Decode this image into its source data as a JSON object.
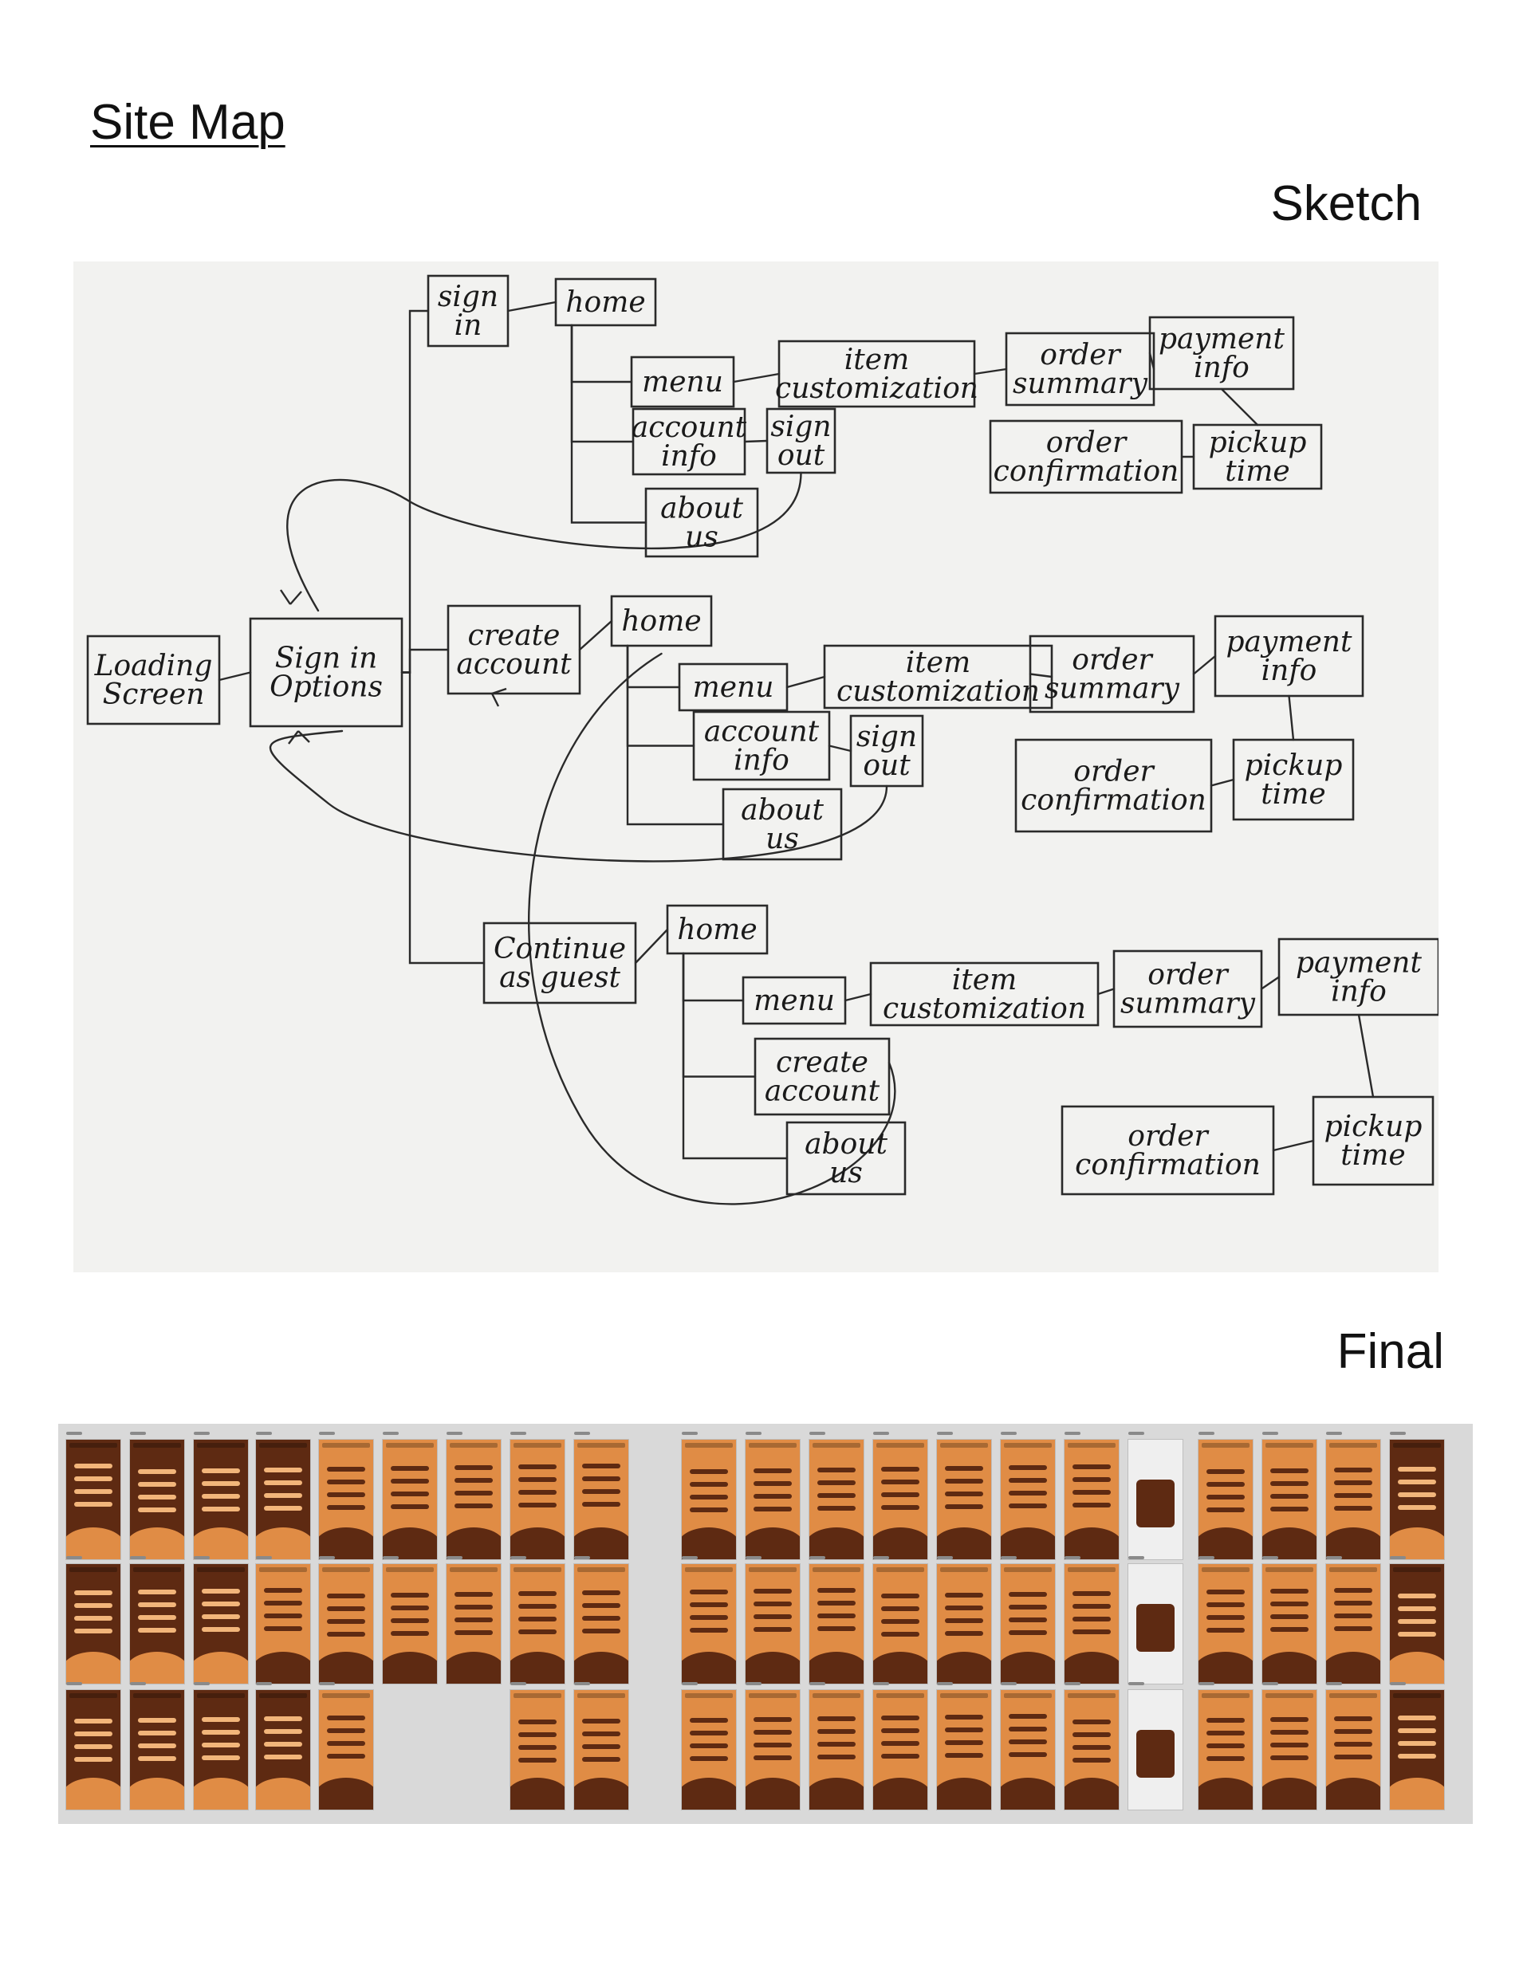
{
  "page": {
    "title": "Site Map",
    "sketch_label": "Sketch",
    "final_label": "Final"
  },
  "sitemap": {
    "nodes": [
      {
        "id": "loading",
        "label": [
          "Loading",
          "Screen"
        ]
      },
      {
        "id": "signin_options",
        "label": [
          "Sign in",
          "Options"
        ]
      },
      {
        "id": "sign_in",
        "label": [
          "sign",
          "in"
        ]
      },
      {
        "id": "home1",
        "label": [
          "home"
        ]
      },
      {
        "id": "menu1",
        "label": [
          "menu"
        ]
      },
      {
        "id": "custom1",
        "label": [
          "item",
          "customization"
        ]
      },
      {
        "id": "summary1",
        "label": [
          "order",
          "summary"
        ]
      },
      {
        "id": "payment1",
        "label": [
          "payment",
          "info"
        ]
      },
      {
        "id": "account1",
        "label": [
          "account",
          "info"
        ]
      },
      {
        "id": "signout1",
        "label": [
          "sign",
          "out"
        ]
      },
      {
        "id": "about1",
        "label": [
          "about",
          "us"
        ]
      },
      {
        "id": "confirm1",
        "label": [
          "order",
          "confirmation"
        ]
      },
      {
        "id": "pickup1",
        "label": [
          "pickup",
          "time"
        ]
      },
      {
        "id": "create",
        "label": [
          "create",
          "account"
        ]
      },
      {
        "id": "home2",
        "label": [
          "home"
        ]
      },
      {
        "id": "menu2",
        "label": [
          "menu"
        ]
      },
      {
        "id": "custom2",
        "label": [
          "item",
          "customization"
        ]
      },
      {
        "id": "summary2",
        "label": [
          "order",
          "summary"
        ]
      },
      {
        "id": "payment2",
        "label": [
          "payment",
          "info"
        ]
      },
      {
        "id": "account2",
        "label": [
          "account",
          "info"
        ]
      },
      {
        "id": "signout2",
        "label": [
          "sign",
          "out"
        ]
      },
      {
        "id": "about2",
        "label": [
          "about",
          "us"
        ]
      },
      {
        "id": "confirm2",
        "label": [
          "order",
          "confirmation"
        ]
      },
      {
        "id": "pickup2",
        "label": [
          "pickup",
          "time"
        ]
      },
      {
        "id": "guest",
        "label": [
          "Continue",
          "as guest"
        ]
      },
      {
        "id": "home3",
        "label": [
          "home"
        ]
      },
      {
        "id": "menu3",
        "label": [
          "menu"
        ]
      },
      {
        "id": "custom3",
        "label": [
          "item",
          "customization"
        ]
      },
      {
        "id": "summary3",
        "label": [
          "order",
          "summary"
        ]
      },
      {
        "id": "payment3",
        "label": [
          "payment",
          "info"
        ]
      },
      {
        "id": "create3",
        "label": [
          "create",
          "account"
        ]
      },
      {
        "id": "about3",
        "label": [
          "about",
          "us"
        ]
      },
      {
        "id": "confirm3",
        "label": [
          "order",
          "confirmation"
        ]
      },
      {
        "id": "pickup3",
        "label": [
          "pickup",
          "time"
        ]
      }
    ],
    "edges": [
      [
        "loading",
        "signin_options"
      ],
      [
        "signin_options",
        "sign_in"
      ],
      [
        "signin_options",
        "create"
      ],
      [
        "signin_options",
        "guest"
      ],
      [
        "sign_in",
        "home1"
      ],
      [
        "home1",
        "menu1"
      ],
      [
        "home1",
        "account1"
      ],
      [
        "home1",
        "about1"
      ],
      [
        "menu1",
        "custom1"
      ],
      [
        "custom1",
        "summary1"
      ],
      [
        "summary1",
        "payment1"
      ],
      [
        "payment1",
        "pickup1"
      ],
      [
        "pickup1",
        "confirm1"
      ],
      [
        "account1",
        "signout1"
      ],
      [
        "signout1",
        "signin_options"
      ],
      [
        "create",
        "home2"
      ],
      [
        "home2",
        "menu2"
      ],
      [
        "home2",
        "account2"
      ],
      [
        "home2",
        "about2"
      ],
      [
        "menu2",
        "custom2"
      ],
      [
        "custom2",
        "summary2"
      ],
      [
        "summary2",
        "payment2"
      ],
      [
        "payment2",
        "pickup2"
      ],
      [
        "pickup2",
        "confirm2"
      ],
      [
        "account2",
        "signout2"
      ],
      [
        "signout2",
        "signin_options"
      ],
      [
        "guest",
        "home3"
      ],
      [
        "home3",
        "menu3"
      ],
      [
        "home3",
        "create3"
      ],
      [
        "home3",
        "about3"
      ],
      [
        "menu3",
        "custom3"
      ],
      [
        "custom3",
        "summary3"
      ],
      [
        "summary3",
        "payment3"
      ],
      [
        "payment3",
        "pickup3"
      ],
      [
        "pickup3",
        "confirm3"
      ],
      [
        "create3",
        "home2"
      ]
    ]
  },
  "final": {
    "colors": {
      "orange": "#e08c45",
      "brown": "#5e2a12",
      "panel": "#d9d9d9"
    }
  }
}
